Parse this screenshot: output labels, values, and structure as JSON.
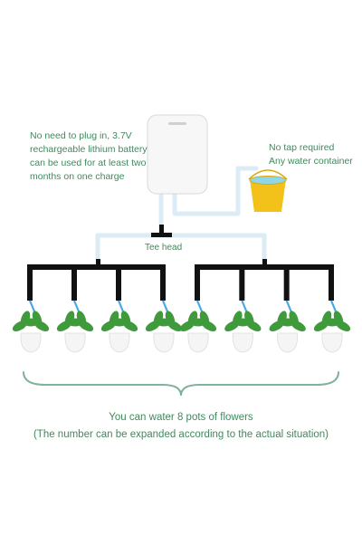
{
  "texts": {
    "battery_line1": "No need to plug in, 3.7V",
    "battery_line2": "rechargeable lithium battery",
    "battery_line3": "can be used for at least two",
    "battery_line4": "months on one charge",
    "tap_line1": "No tap required",
    "tap_line2": "Any water container",
    "tee_head": "Tee head",
    "summary_line1": "You can water 8 pots of flowers",
    "summary_line2": "(The number can be expanded according to the actual situation)"
  },
  "colors": {
    "text_green": "#3f8a5c",
    "tube_light": "#dcecf6",
    "pipe_black": "#111111",
    "drip_blue": "#49a9e6",
    "bucket_yellow": "#f2c21b",
    "water_cyan": "#8fd6e6",
    "brace_green": "#7fb39a",
    "plant_green": "#3e9a3a",
    "pot_white": "#f5f5f5"
  },
  "diagram": {
    "pot_count": 8
  }
}
